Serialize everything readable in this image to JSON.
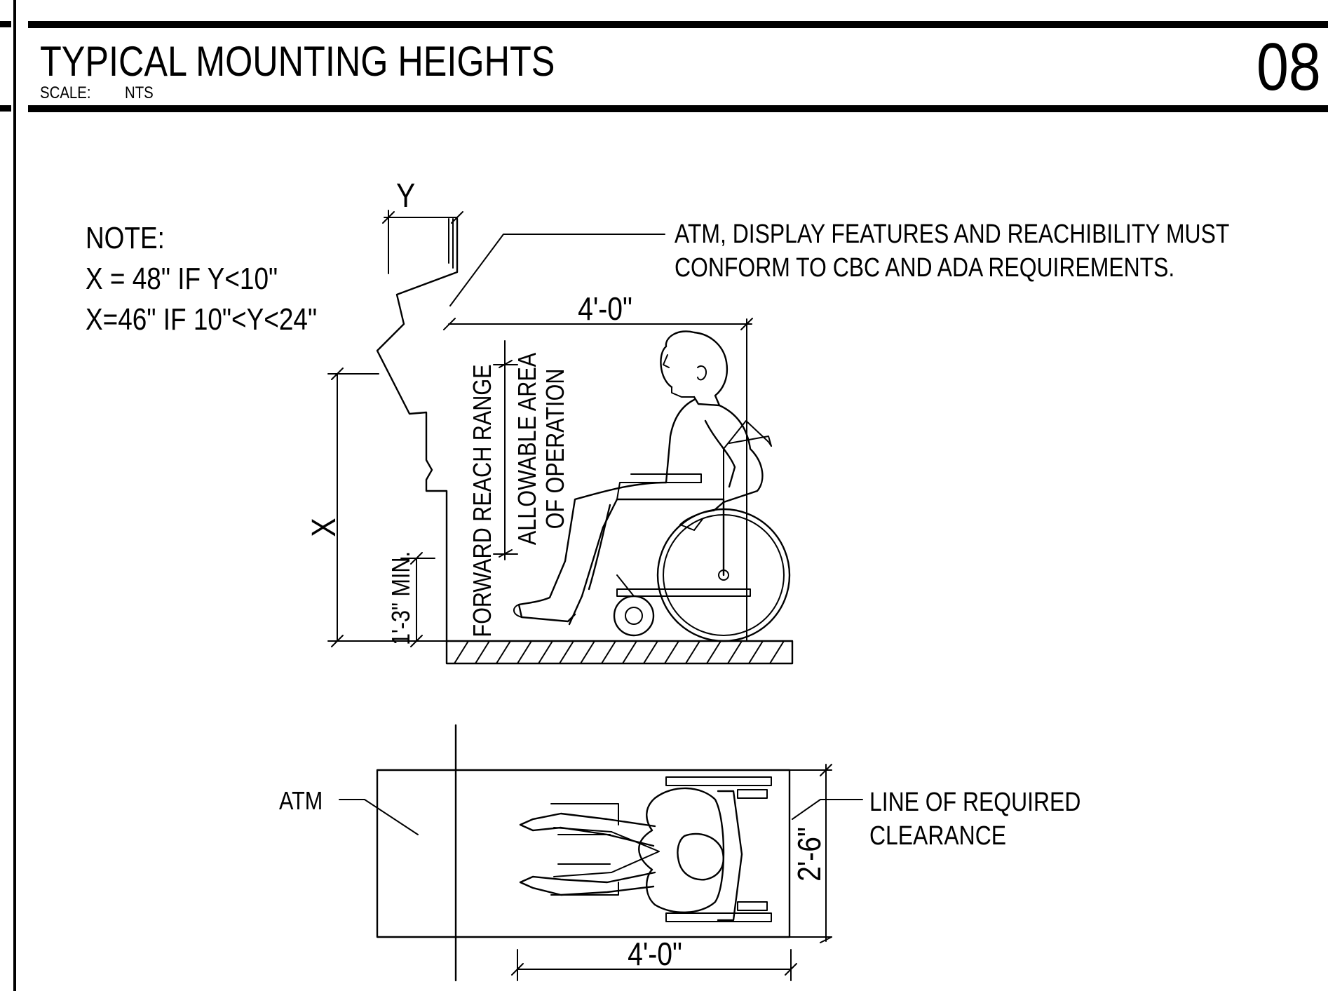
{
  "title_block": {
    "title": "TYPICAL MOUNTING HEIGHTS",
    "scale_label": "SCALE:",
    "scale_value": "NTS",
    "sheet_number": "08"
  },
  "note": {
    "heading": "NOTE:",
    "line1": "X = 48\" IF Y<10\"",
    "line2": "X=46\" IF 10\"<Y<24\""
  },
  "elevation": {
    "dim_y": "Y",
    "dim_x": "X",
    "dim_min": "1'-3\" MIN.",
    "dim_depth": "4'-0\"",
    "forward_reach": "FORWARD REACH RANGE",
    "allowable_line1": "ALLOWABLE AREA",
    "allowable_line2": "OF OPERATION",
    "callout_line1": "ATM, DISPLAY FEATURES AND REACHIBILITY MUST",
    "callout_line2": "CONFORM TO CBC AND ADA REQUIREMENTS."
  },
  "plan": {
    "atm_label": "ATM",
    "dim_width": "2'-6\"",
    "dim_length": "4'-0\"",
    "clearance_line1": "LINE OF REQUIRED",
    "clearance_line2": "CLEARANCE"
  }
}
